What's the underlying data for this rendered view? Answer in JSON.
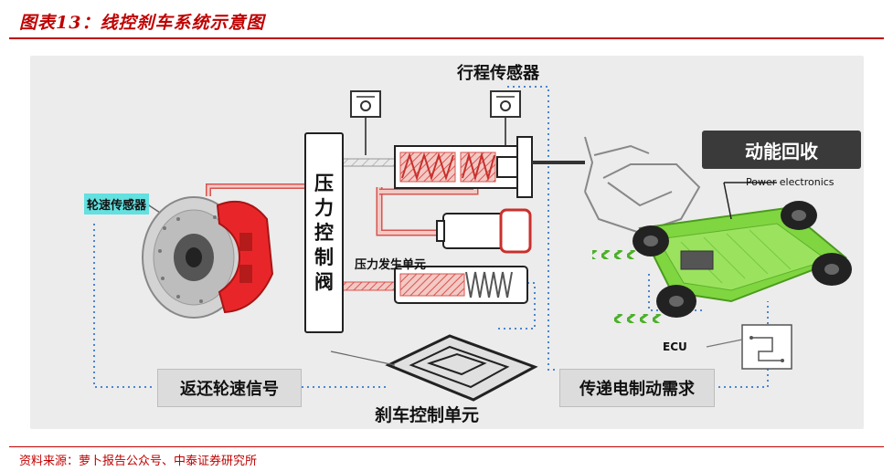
{
  "title": "图表13：线控刹车系统示意图",
  "source": "资料来源：萝卜报告公众号、中泰证券研究所",
  "labels": {
    "travel_sensor": "行程传感器",
    "energy_recovery": "动能回收",
    "power_electronics": "Power electronics",
    "wheel_speed_sensor": "轮速传感器",
    "pressure_valve": [
      "压",
      "力",
      "控",
      "制",
      "阀"
    ],
    "pressure_unit": "压力发生单元",
    "ecu": "ECU",
    "return_signal": "返还轮速信号",
    "brake_control_unit": "刹车控制单元",
    "brake_demand": "传递电制动需求"
  },
  "colors": {
    "title_red": "#c00000",
    "caliper_red": "#e8262a",
    "car_green": "#7fd640",
    "signal_blue": "#4a86d0",
    "hatch_red": "#d9534f"
  }
}
